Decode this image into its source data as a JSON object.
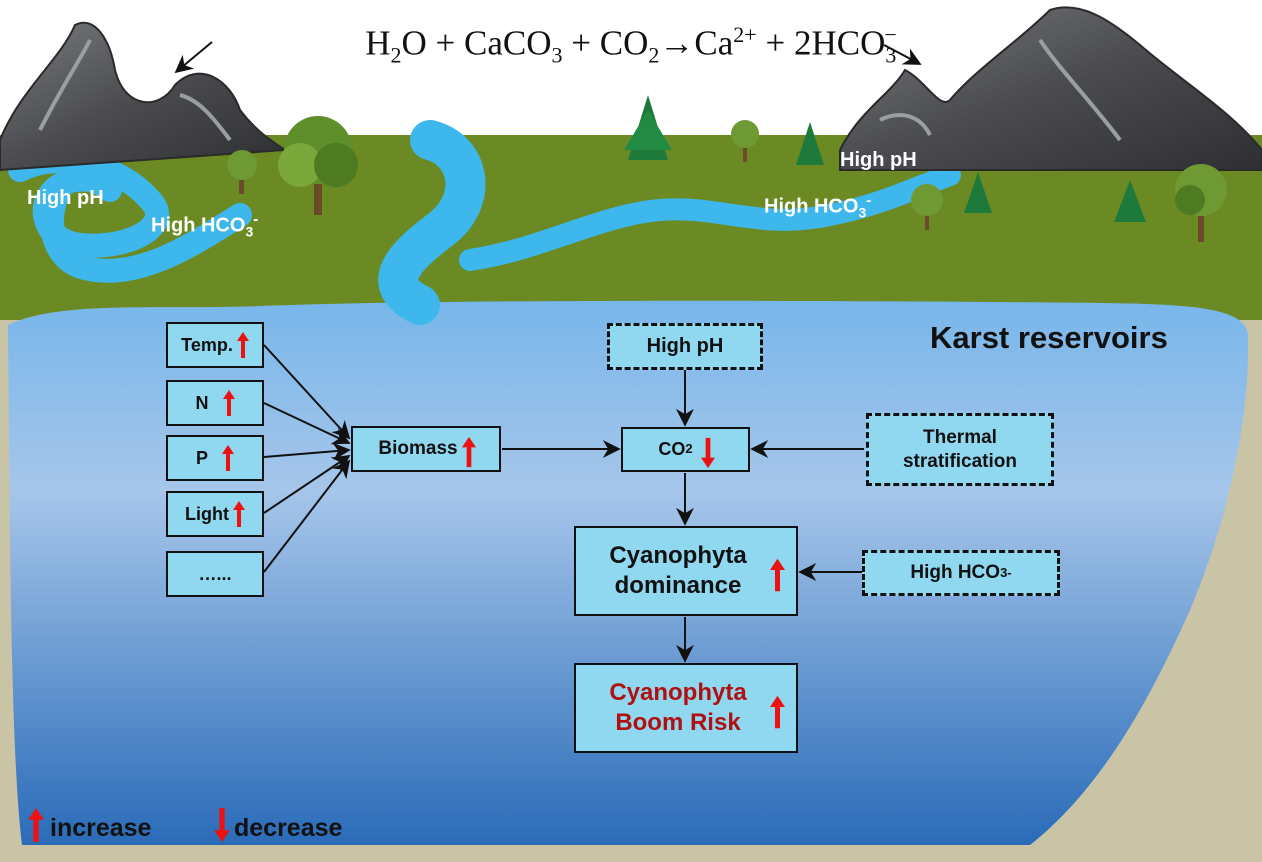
{
  "equation": {
    "h2o": "H",
    "h2o_sub": "2",
    "h2o_o": "O",
    "plus1": "+",
    "caco3": "CaCO",
    "caco3_sub": "3",
    "plus2": "+",
    "co2": "CO",
    "co2_sub": "2",
    "arrow": "→",
    "ca": "Ca",
    "ca_sup": "2+",
    "plus3": "+",
    "hco3": "2HCO",
    "hco3_sub": "3",
    "hco3_sup": "−"
  },
  "land_labels": {
    "left_ph": "High pH",
    "left_hco3": "High HCO",
    "left_hco3_sub": "3",
    "left_hco3_sup": "-",
    "right_ph": "High pH",
    "right_hco3": "High HCO",
    "right_hco3_sub": "3",
    "right_hco3_sup": "-"
  },
  "title": "Karst reservoirs",
  "nodes": {
    "temp": "Temp.",
    "n": "N",
    "p": "P",
    "light": "Light",
    "more": "…...",
    "biomass": "Biomass",
    "co2": "CO",
    "co2_sub": "2",
    "high_ph": "High pH",
    "thermal": "Thermal stratification",
    "cyano_dom": "Cyanophyta dominance",
    "high_hco3": "High HCO",
    "high_hco3_sub": "3",
    "high_hco3_sup": "-",
    "bloom": "Cyanophyta Boom Risk"
  },
  "legend": {
    "increase": "increase",
    "decrease": "decrease"
  },
  "colors": {
    "sky": "#ffffff",
    "land": "#6b8a24",
    "ground": "#c9c4a6",
    "water_top": "#9fc6ea",
    "water_bottom": "#2f73bd",
    "river": "#3db7ec",
    "box_fill": "#8fd8f0",
    "arrow_red": "#ee1111",
    "bloom_text": "#b01010",
    "rock": "#55565a"
  }
}
